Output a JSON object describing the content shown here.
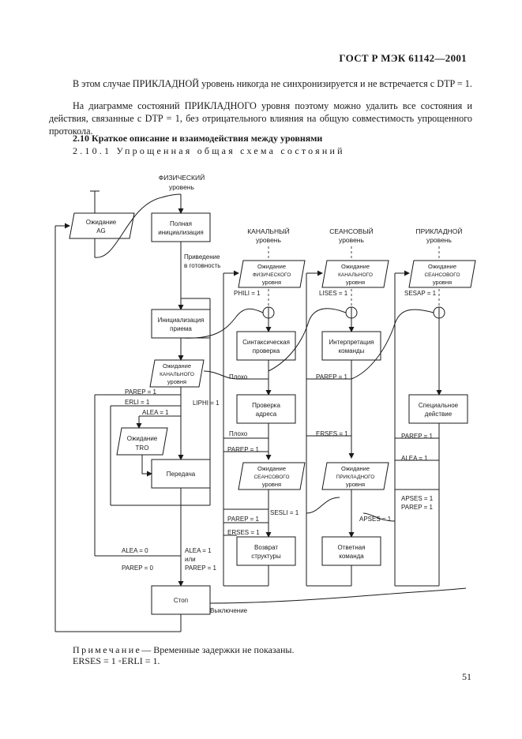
{
  "header": "ГОСТ Р МЭК 61142—2001",
  "paragraphs": [
    "В этом случае ПРИКЛАДНОЙ уровень никогда не синхронизируется и не встречается с DTP = 1.",
    "На диаграмме состояний ПРИКЛАДНОГО уровня поэтому можно удалить все состояния и действия, связанные с DTP = 1, без отрицательного влияния на общую совместимость упрощенного протокола."
  ],
  "section_title": "2.10 Краткое описание и взаимодействия между уровнями",
  "subsection_title": "2.10.1 Упрощенная общая схема состояний",
  "diagram": {
    "physical_level": [
      "ФИЗИЧЕСКИЙ",
      "уровень"
    ],
    "waiting_ag": [
      "Ожидание",
      "AG"
    ],
    "full_init": [
      "Полная",
      "инициализация"
    ],
    "bring_ready": [
      "Приведение",
      "в готовность"
    ],
    "channel_level": [
      "КАНАЛЬНЫЙ",
      "уровень"
    ],
    "session_level": [
      "СЕАНСОВЫЙ",
      "уровень"
    ],
    "application_level": [
      "ПРИКЛАДНОЙ",
      "уровень"
    ],
    "wait_physical": [
      "Ожидание",
      "ФИЗИЧЕСКОГО",
      "уровня"
    ],
    "wait_channel_top": [
      "Ожидание",
      "КАНАЛЬНОГО",
      "уровня"
    ],
    "wait_session_top": [
      "Ожидание",
      "СЕАНСОВОГО",
      "уровня"
    ],
    "phili": "PHILI = 1",
    "lises": "LISES = 1",
    "sesap": "SESAP = 1",
    "recv_init": [
      "Инициализация",
      "приема"
    ],
    "syntax_check": [
      "Синтаксическая",
      "проверка"
    ],
    "interpret": [
      "Интерпретация",
      "команды"
    ],
    "wait_channel_left": [
      "Ожидание",
      "КАНАЛЬНОГО",
      "уровня"
    ],
    "bad1": "Плохо",
    "bad2": "Плохо",
    "parep_b1": "PAREP = 1",
    "erli": "ERLI = 1",
    "alea1": "ALEA = 1",
    "lipli": "LIPHI = 1",
    "parep_c": "PAREP = 1",
    "special": [
      "Специальное",
      "действие"
    ],
    "wait_tro": [
      "Ожидание",
      "TRO"
    ],
    "addr_check": [
      "Проверка",
      "адреса"
    ],
    "parep_a1": "PAREP = 1",
    "alea_a": "ALEA = 1",
    "erses_a": "ERSES = 1",
    "parep_bl": "PAREP = 1",
    "transmit": "Передача",
    "wait_session_mid": [
      "Ожидание",
      "СЕАНСОВОГО",
      "уровня"
    ],
    "wait_application": [
      "Ожидание",
      "ПРИКЛАДНОГО",
      "уровня"
    ],
    "apses": "APSES = 1",
    "parep_a2": "PAREP = 1",
    "sesli": "SESLI = 1",
    "apses2": "APSES = 1",
    "parep_b2": "PAREP = 1",
    "erses_b": "ERSES = 1",
    "struct_return": [
      "Возврат",
      "структуры"
    ],
    "reply_cmd": [
      "Ответная",
      "команда"
    ],
    "alea0": "ALEA = 0",
    "parep0": "PAREP = 0",
    "alea_or": [
      "ALEA = 1",
      "или",
      "PAREP = 1"
    ],
    "stop": "Стоп",
    "shutdown": "Выключение"
  },
  "note": {
    "prefix": "Примечание",
    "text": "— Временные задержки не показаны."
  },
  "equation": "ERSES = 1 ◦ERLI = 1.",
  "page_number": "51"
}
